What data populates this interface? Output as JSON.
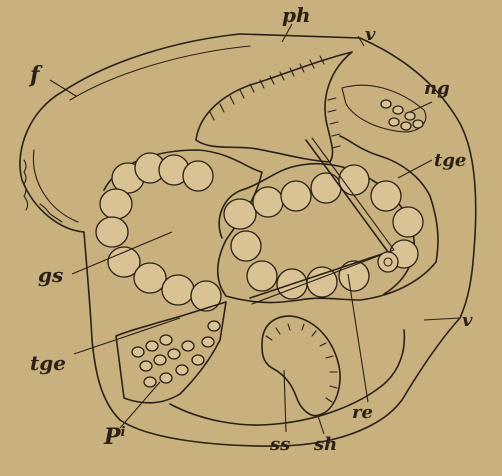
{
  "figure": {
    "background": "#c9b07f",
    "ink": "#2a2016",
    "labels": {
      "ph": "ph",
      "v_top": "v",
      "f": "f",
      "ng": "ng",
      "tge_right": "tge",
      "gs": "gs",
      "v_right": "v",
      "tge_left": "tge",
      "re": "re",
      "pi_base": "P",
      "pi_sup": "i",
      "ss": "ss",
      "sh": "sh"
    }
  }
}
